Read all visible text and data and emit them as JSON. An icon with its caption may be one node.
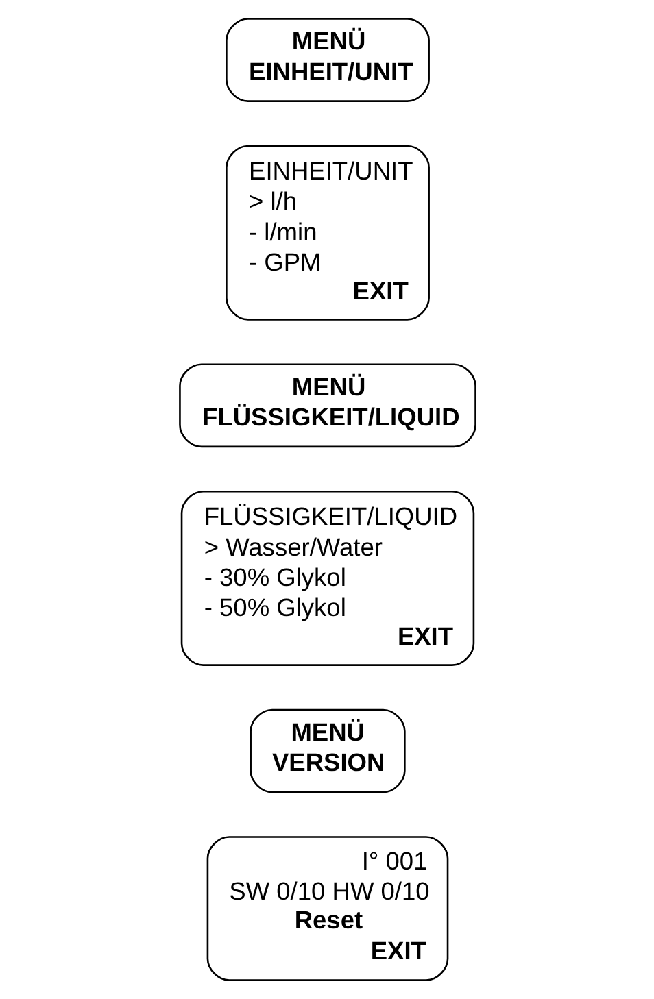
{
  "diagram": {
    "nodes": [
      {
        "text": [
          "MENÜ",
          "EINHEIT/UNIT"
        ]
      },
      {
        "text": [
          "EINHEIT/UNIT",
          "> l/h",
          "- l/min",
          "- GPM",
          "EXIT"
        ]
      },
      {
        "text": [
          "MENÜ",
          "FLÜSSIGKEIT/LIQUID"
        ]
      },
      {
        "text": [
          "FLÜSSIGKEIT/LIQUID",
          "> Wasser/Water",
          "- 30% Glykol",
          "- 50% Glykol",
          "EXIT"
        ]
      },
      {
        "text": [
          "MENÜ",
          "VERSION"
        ]
      },
      {
        "text": [
          "I° 001",
          "SW 0/10 HW 0/10",
          "Reset",
          "EXIT"
        ]
      }
    ],
    "edges": []
  }
}
